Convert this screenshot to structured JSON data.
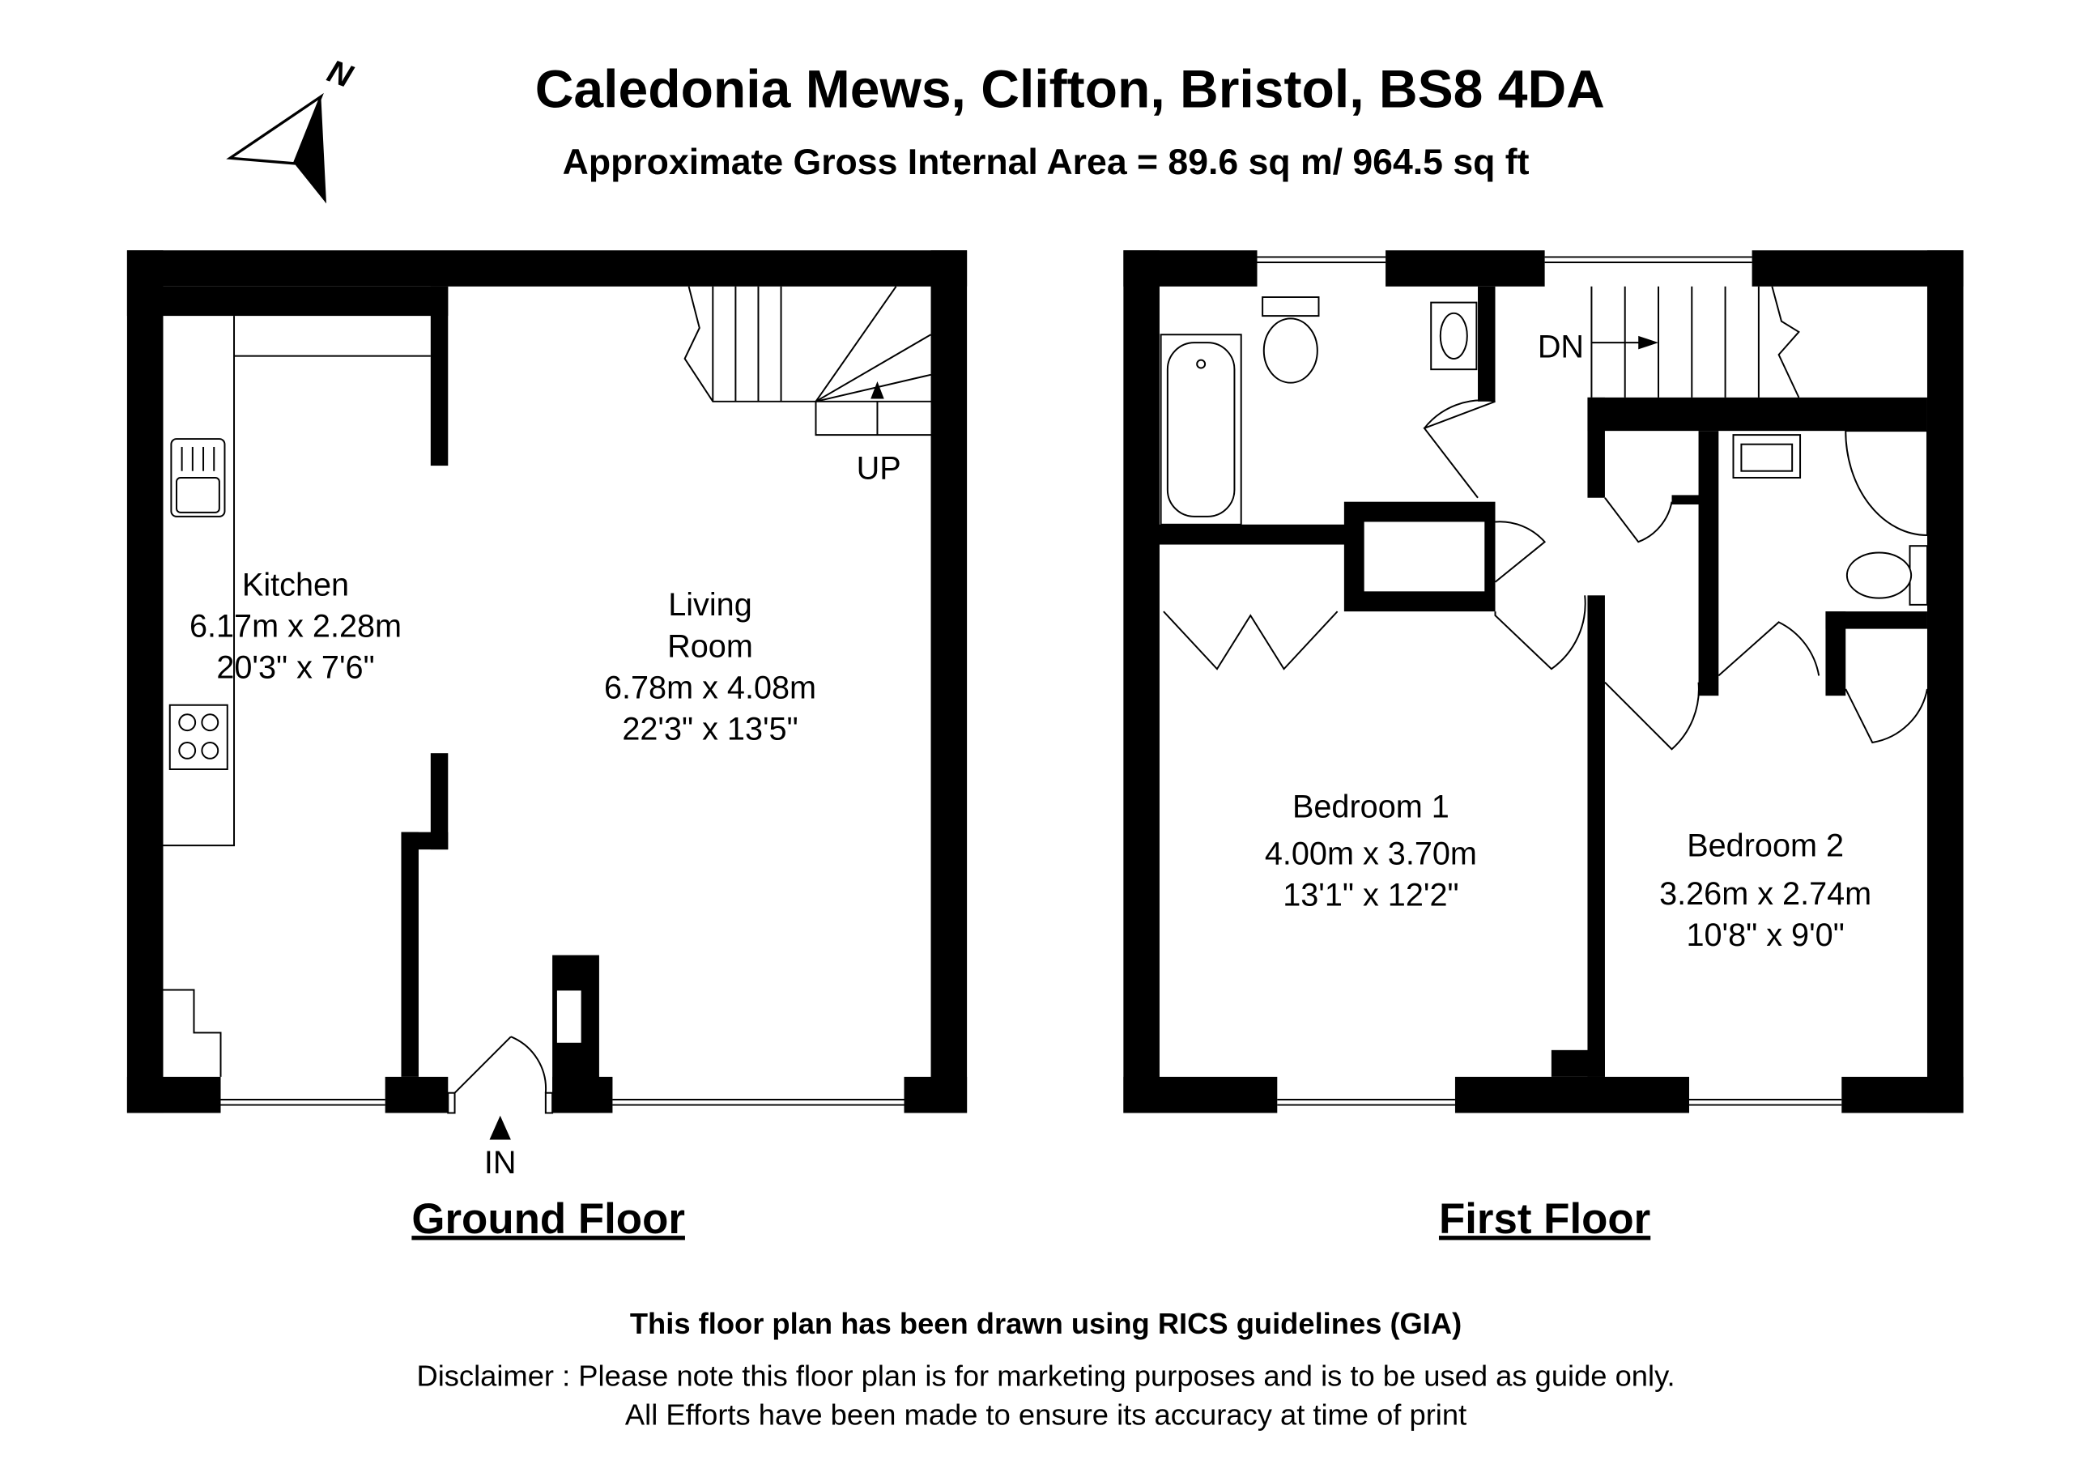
{
  "header": {
    "title": "Caledonia Mews, Clifton, Bristol, BS8 4DA",
    "subtitle": "Approximate Gross Internal Area = 89.6 sq m/ 964.5 sq ft",
    "north_label": "N"
  },
  "ground_floor": {
    "label": "Ground Floor",
    "kitchen": {
      "name": "Kitchen",
      "metric": "6.17m x 2.28m",
      "imperial": "20'3\" x 7'6\""
    },
    "living": {
      "name1": "Living",
      "name2": "Room",
      "metric": "6.78m x 4.08m",
      "imperial": "22'3\" x 13'5\""
    },
    "stairs_label": "UP",
    "entrance_label": "IN"
  },
  "first_floor": {
    "label": "First Floor",
    "bedroom1": {
      "name": "Bedroom 1",
      "metric": "4.00m x 3.70m",
      "imperial": "13'1\" x 12'2\""
    },
    "bedroom2": {
      "name": "Bedroom 2",
      "metric": "3.26m x 2.74m",
      "imperial": "10'8\" x 9'0\""
    },
    "stairs_label": "DN"
  },
  "footer": {
    "rics": "This floor plan has been drawn using RICS guidelines (GIA)",
    "disclaimer1": "Disclaimer : Please note this floor plan is for marketing purposes and is to be used as guide only.",
    "disclaimer2": "All Efforts have been made to ensure its accuracy at time of print"
  }
}
